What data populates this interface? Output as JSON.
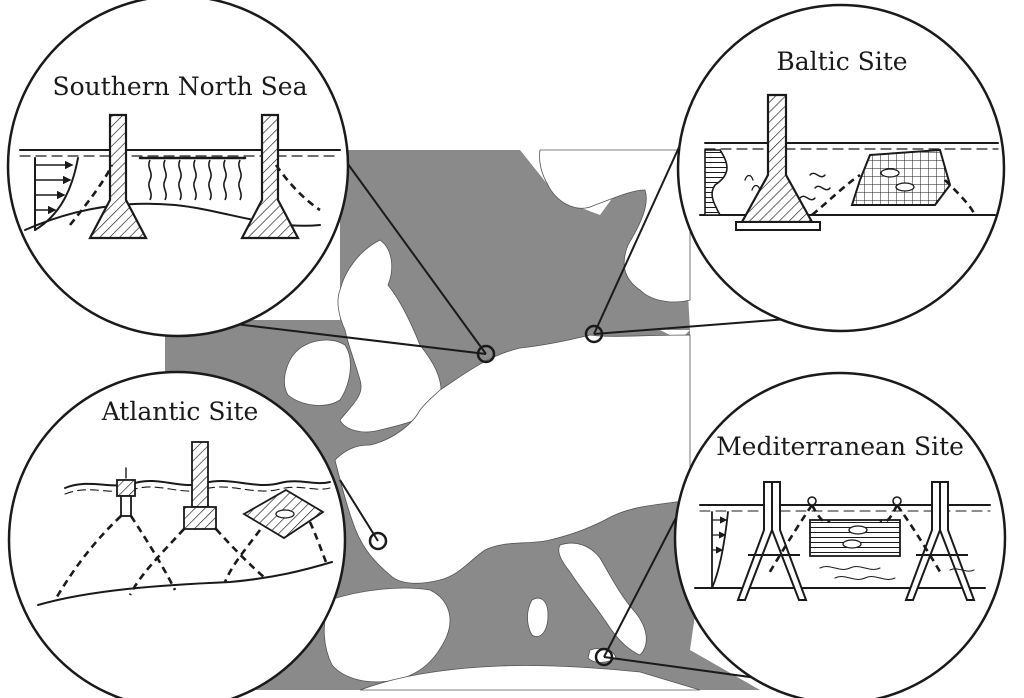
{
  "sites": [
    {
      "id": "southern-north-sea",
      "label": "Southern North Sea"
    },
    {
      "id": "baltic",
      "label": "Baltic Site"
    },
    {
      "id": "atlantic",
      "label": "Atlantic Site"
    },
    {
      "id": "mediterranean",
      "label": "Mediterranean Site"
    }
  ],
  "colors": {
    "sea": "#8a8a8a",
    "land": "#ffffff",
    "ink": "#1a1a1a"
  }
}
